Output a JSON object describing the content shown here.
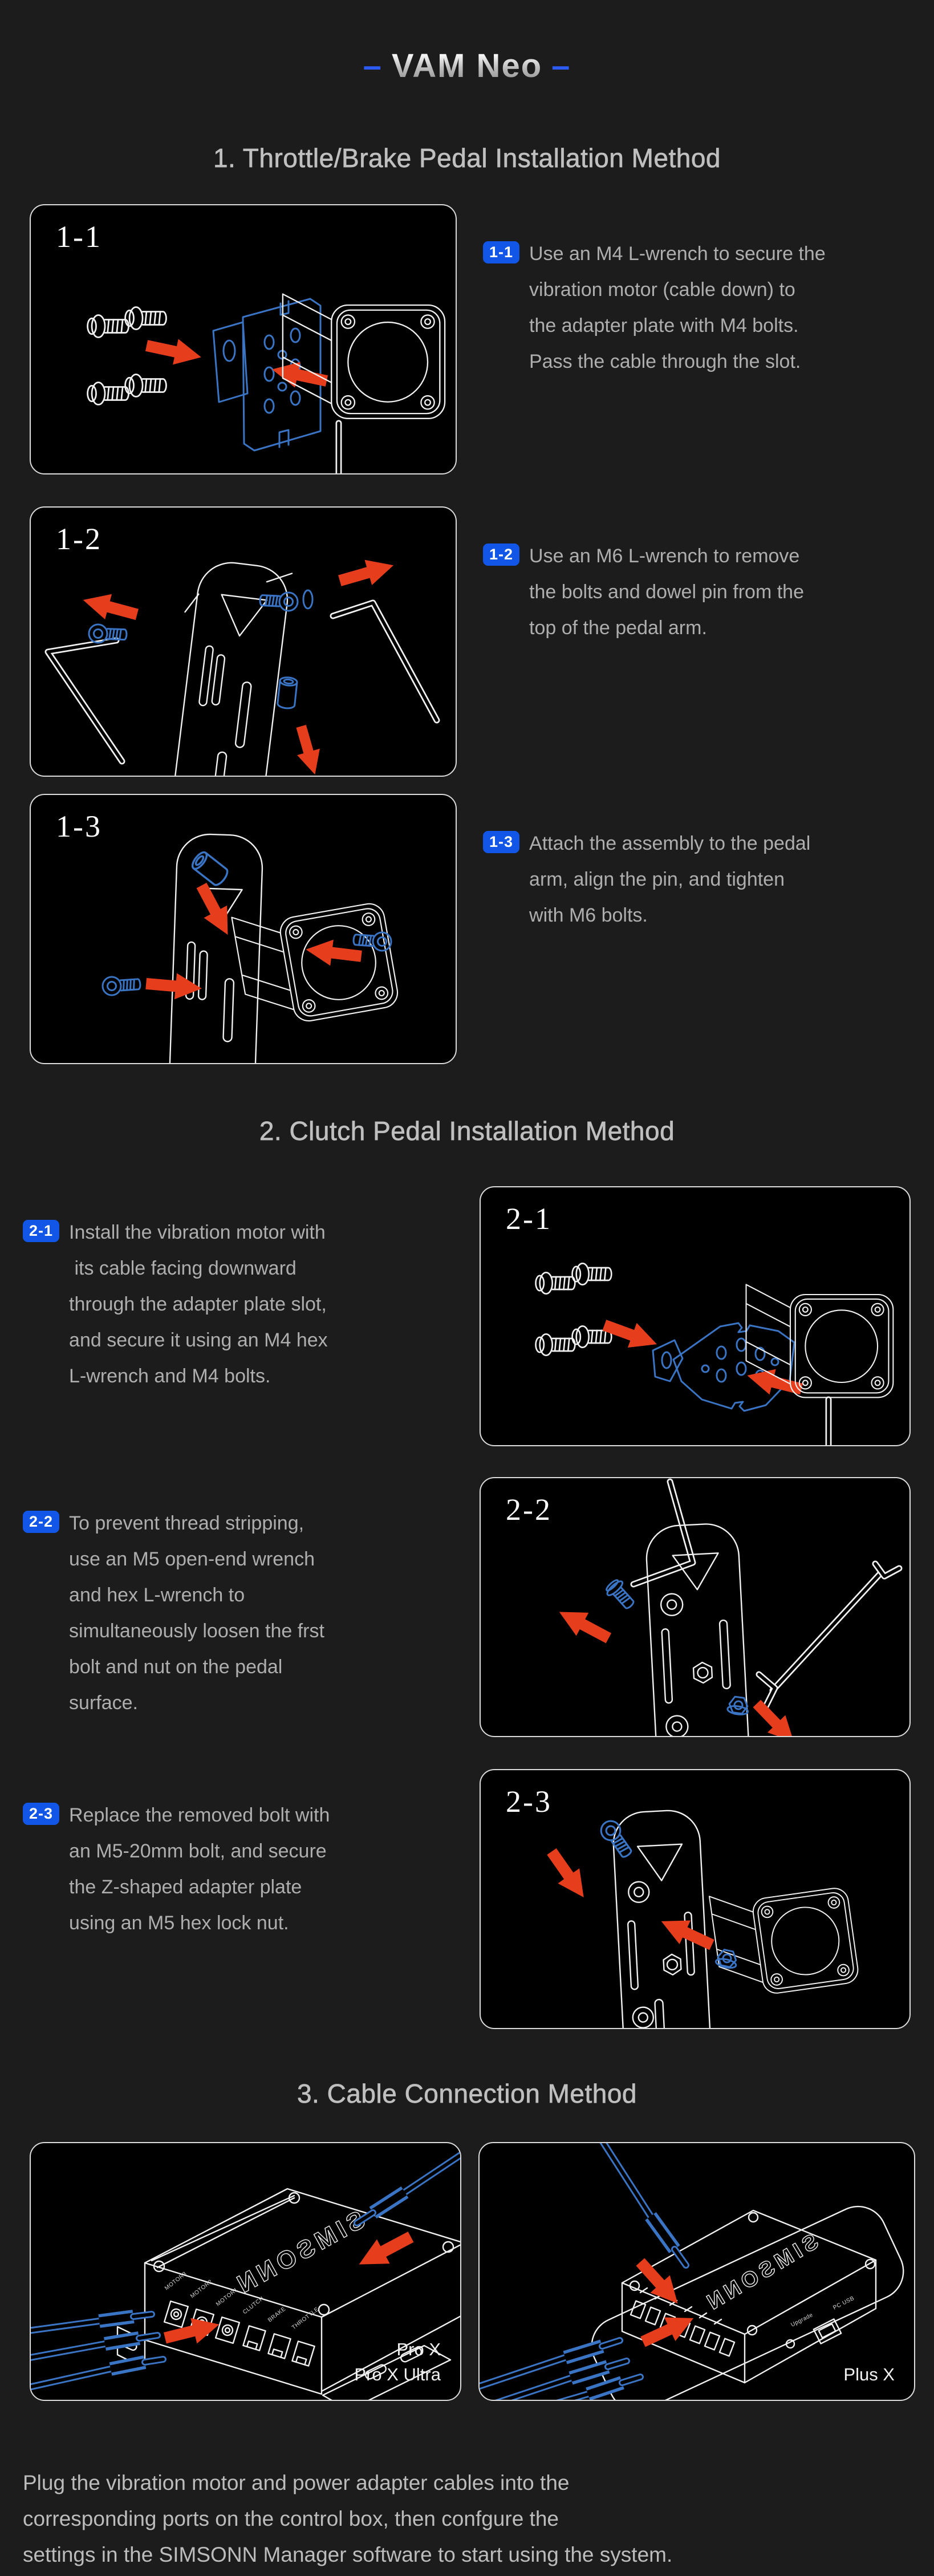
{
  "title": {
    "dash": "–",
    "text": "VAM Neo"
  },
  "colors": {
    "accent_blue": "#2b5bf0",
    "badge_blue": "#1156e6",
    "arrow_red": "#e63e1c",
    "wire_blue": "#3a74c4",
    "panel_bg": "#000000",
    "page_bg": "#1c1c1c"
  },
  "sections": {
    "s1": {
      "heading": "1. Throttle/Brake Pedal Installation Method",
      "steps": [
        {
          "id": "1-1",
          "lines": [
            "Use an M4 L-wrench to secure the",
            "vibration motor (cable down) to",
            "the adapter plate with M4 bolts.",
            "Pass the cable through the slot."
          ]
        },
        {
          "id": "1-2",
          "lines": [
            "Use an M6 L-wrench to remove",
            "the bolts and dowel pin from the",
            "top of the pedal arm."
          ]
        },
        {
          "id": "1-3",
          "lines": [
            "Attach the assembly to the pedal",
            "arm, align the pin, and tighten",
            "with M6 bolts."
          ]
        }
      ]
    },
    "s2": {
      "heading": "2. Clutch Pedal Installation Method",
      "steps": [
        {
          "id": "2-1",
          "lines": [
            "Install the vibration motor with",
            " its cable facing downward",
            "through the adapter plate slot,",
            "and secure it using an M4 hex",
            "L-wrench and M4 bolts."
          ]
        },
        {
          "id": "2-2",
          "lines": [
            "To prevent thread stripping,",
            "use an M5 open-end wrench",
            "and hex L-wrench to",
            "simultaneously loosen the frst",
            "bolt and nut on the pedal",
            "surface."
          ]
        },
        {
          "id": "2-3",
          "lines": [
            "Replace the removed bolt with",
            "an M5-20mm bolt, and secure",
            "the Z-shaped adapter plate",
            "using an M5 hex lock nut."
          ]
        }
      ]
    },
    "s3": {
      "heading": "3. Cable Connection Method",
      "panels": [
        {
          "brand": "SIMSONN",
          "caption_lines": [
            "Pro X",
            "Pro X Ultra"
          ],
          "ports": [
            "MOTOR3",
            "MOTOR2",
            "MOTOR1",
            "CLUTCH",
            "BRAKE",
            "THROTTLE"
          ]
        },
        {
          "brand": "SIMSONN",
          "caption_lines": [
            "Plus X"
          ],
          "ports": [
            "Upgrade",
            "PC USB"
          ]
        }
      ],
      "footer_lines": [
        "Plug the vibration motor and power adapter cables into the",
        "corresponding ports on the control box, then confgure the",
        "settings in the SIMSONN Manager software to start using the system."
      ]
    }
  }
}
